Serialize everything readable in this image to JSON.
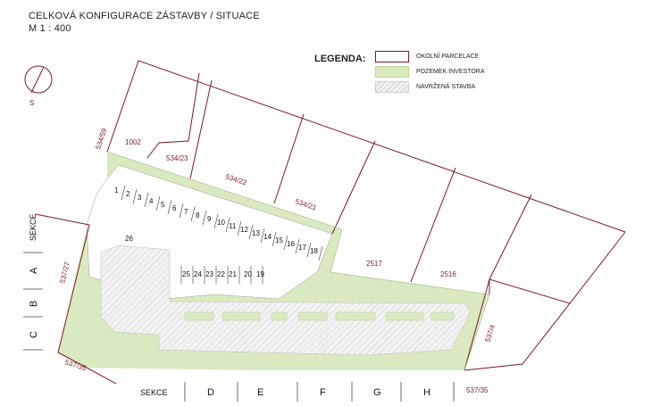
{
  "title": "CELKOVÁ KONFIGURACE ZÁSTAVBY / SITUACE",
  "scale": "M 1 : 400",
  "north": "S",
  "legend": {
    "title": "LEGENDA:",
    "items": [
      {
        "label": "OKOLNÍ PARCELACE",
        "color": "#7a1b22"
      },
      {
        "label": "POZEMEK INVESTORA",
        "color": "#d9eac0"
      },
      {
        "label": "NAVRŽENÁ STAVBA",
        "color": "#e6e6e6"
      }
    ]
  },
  "parcels": {
    "p1002": "1002",
    "p534_59": "534/59",
    "p534_23": "534/23",
    "p534_22": "534/22",
    "p534_21": "534/21",
    "p2517": "2517",
    "p2516": "2516",
    "p537_4": "537/4",
    "p537_27": "537/27",
    "p537_35a": "537/35",
    "p537_35b": "537/35"
  },
  "parking_top": [
    "1",
    "2",
    "3",
    "4",
    "5",
    "6",
    "7",
    "8",
    "9",
    "10",
    "11",
    "12",
    "13",
    "14",
    "15",
    "16",
    "17",
    "18"
  ],
  "parking_bottom": [
    "25",
    "24",
    "23",
    "22",
    "21",
    "20",
    "19"
  ],
  "spot26": "26",
  "sekce_left": {
    "label": "SEKCE",
    "items": [
      "A",
      "B",
      "C"
    ]
  },
  "sekce_bottom": {
    "label": "SEKCE",
    "items": [
      "D",
      "E",
      "F",
      "G",
      "H"
    ]
  }
}
